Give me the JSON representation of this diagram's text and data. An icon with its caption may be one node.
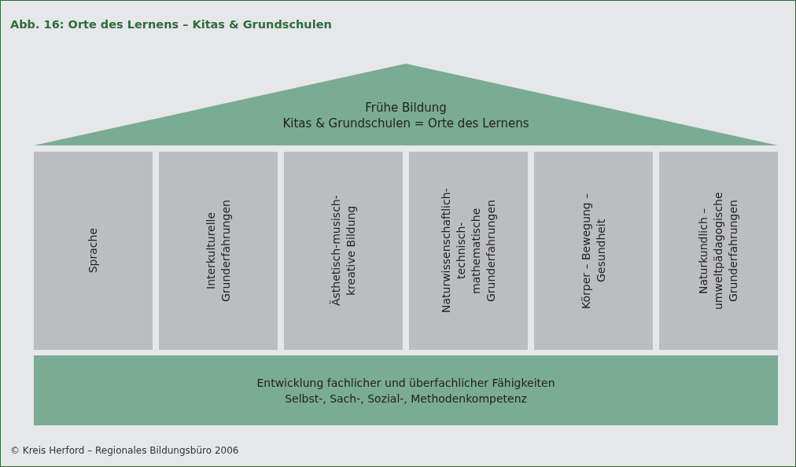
{
  "diagram": {
    "title": "Abb. 16: Orte des Lernens – Kitas & Grundschulen",
    "caption": "© Kreis Herford – Regionales Bildungsbüro 2006",
    "nodes": [
      {
        "text": [
          "Frühe Bildung",
          "Kitas & Grundschulen = Orte des Lernens"
        ]
      },
      {
        "text": [
          "Sprache"
        ]
      },
      {
        "text": [
          "Interkulturelle Grunderfahrungen"
        ]
      },
      {
        "text": [
          "Ästhetisch-musisch-kreative Bildung"
        ]
      },
      {
        "text": [
          "Naturwissenschaftlich-technisch-mathematische Grunderfahrungen"
        ]
      },
      {
        "text": [
          "Körper – Bewegung – Gesundheit"
        ]
      },
      {
        "text": [
          "Naturkundlich – umweltpädagogische Grunderfahrungen"
        ]
      },
      {
        "text": [
          "Entwicklung fachlicher und überfachlicher Fähigkeiten",
          "Selbst-, Sach-, Sozial-, Methodenkompetenz"
        ]
      }
    ]
  }
}
